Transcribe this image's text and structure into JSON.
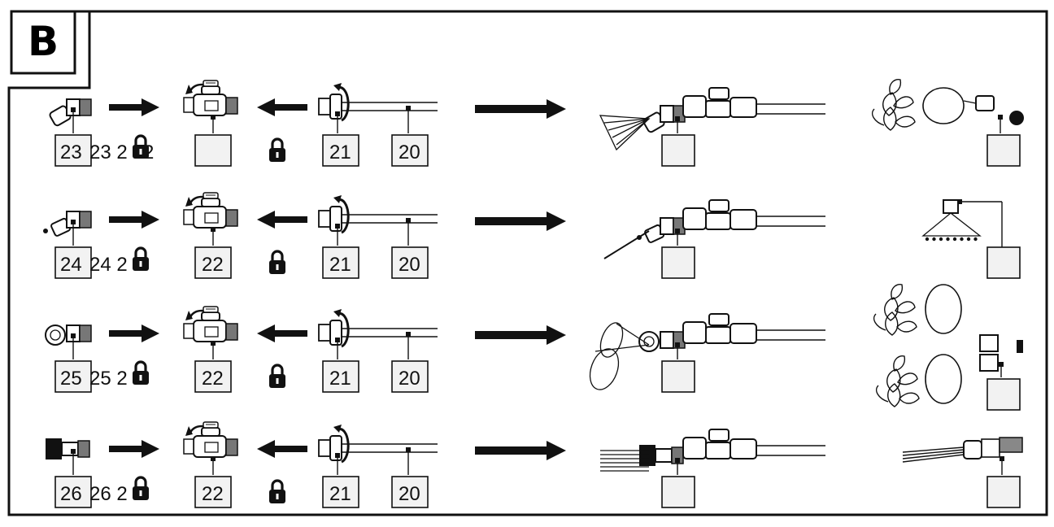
{
  "panel": {
    "letter": "B"
  },
  "rows": [
    {
      "nozzle": "23",
      "stray": "23 2",
      "stray2": "2",
      "mid": "",
      "lance": "21",
      "hose": "20"
    },
    {
      "nozzle": "24",
      "stray": "24 2",
      "stray2": "",
      "mid": "22",
      "lance": "21",
      "hose": "20"
    },
    {
      "nozzle": "25",
      "stray": "25 2",
      "stray2": "",
      "mid": "22",
      "lance": "21",
      "hose": "20"
    },
    {
      "nozzle": "26",
      "stray": "26 2",
      "stray2": "",
      "mid": "22",
      "lance": "21",
      "hose": "20"
    }
  ],
  "icons": [
    "lock-icon",
    "arrow-right-icon",
    "arrow-left-icon",
    "rotate-icon",
    "plant-icon"
  ]
}
